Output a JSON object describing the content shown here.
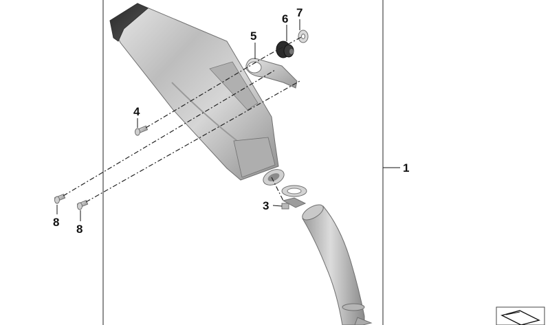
{
  "callouts": {
    "c1": "1",
    "c3": "3",
    "c4": "4",
    "c5": "5",
    "c6": "6",
    "c7": "7",
    "c8a": "8",
    "c8b": "8"
  },
  "parts": [
    {
      "callout": "1",
      "icon": "exhaust-assembly-bracket"
    },
    {
      "callout": "3",
      "icon": "clamp-icon"
    },
    {
      "callout": "4",
      "icon": "bolt-icon"
    },
    {
      "callout": "5",
      "icon": "mounting-bracket-icon"
    },
    {
      "callout": "6",
      "icon": "rubber-grommet-icon"
    },
    {
      "callout": "7",
      "icon": "washer-icon"
    },
    {
      "callout": "8",
      "icon": "bolt-icon"
    }
  ]
}
